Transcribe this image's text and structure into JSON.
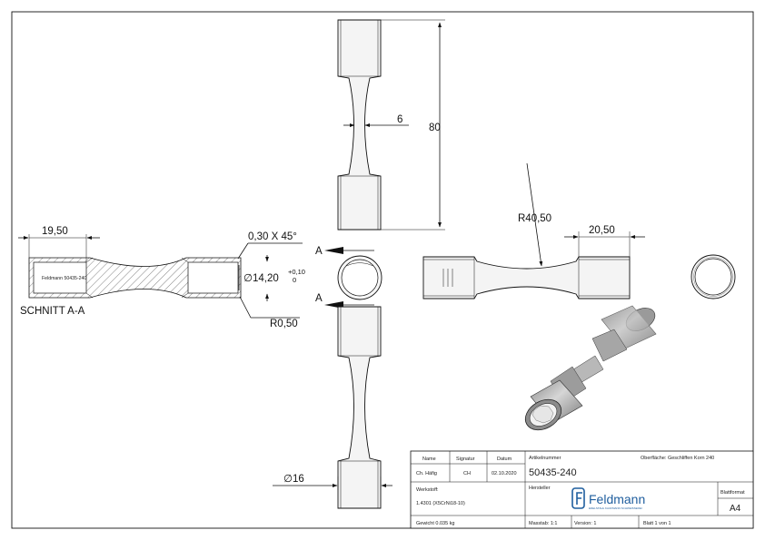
{
  "dimensions": {
    "height_80": "80",
    "neck_6": "6",
    "left_19_50": "19,50",
    "chamfer": "0,30 X 45°",
    "diameter_main": "∅14,20",
    "tol_upper": "+0,10",
    "tol_lower": "0",
    "radius_small": "R0,50",
    "radius_big": "R40,50",
    "right_20_50": "20,50",
    "diameter_16": "∅16",
    "section_letter_top": "A",
    "section_letter_bottom": "A",
    "section_label": "SCHNITT A-A",
    "engraving": "Feldmann 50435-240"
  },
  "title_block": {
    "name_header": "Name",
    "signatur_header": "Signatur",
    "datum_header": "Datum",
    "name_value": "Ch. Häfig",
    "signatur_value": "CH",
    "datum_value": "02.10.2020",
    "artikel_label": "Artikelnummer",
    "artikel_value": "50435-240",
    "oberflaeche": "Oberfläche: Geschliffen Korn 240",
    "werkstoff_label": "Werkstoff:",
    "werkstoff_value": "1.4301 (X5CrNi18-10)",
    "hersteller_label": "Hersteller",
    "brand_name": "Feldmann",
    "brand_tagline": "EDELSTAHL KAUFMANN SCHWEISSEREI",
    "blattformat_label": "Blattformat",
    "blattformat_value": "A4",
    "gewicht": "Gewicht 0.035 kg",
    "massstab": "Masstab: 1:1",
    "version": "Version: 1",
    "blatt": "Blatt 1 von 1"
  },
  "colors": {
    "line": "#111111",
    "part_fill": "#f4f4f4",
    "iso_dark": "#6f6f6f",
    "iso_mid": "#a9a9a9",
    "iso_light": "#d9d9d9",
    "brand": "#1f5e9e"
  }
}
